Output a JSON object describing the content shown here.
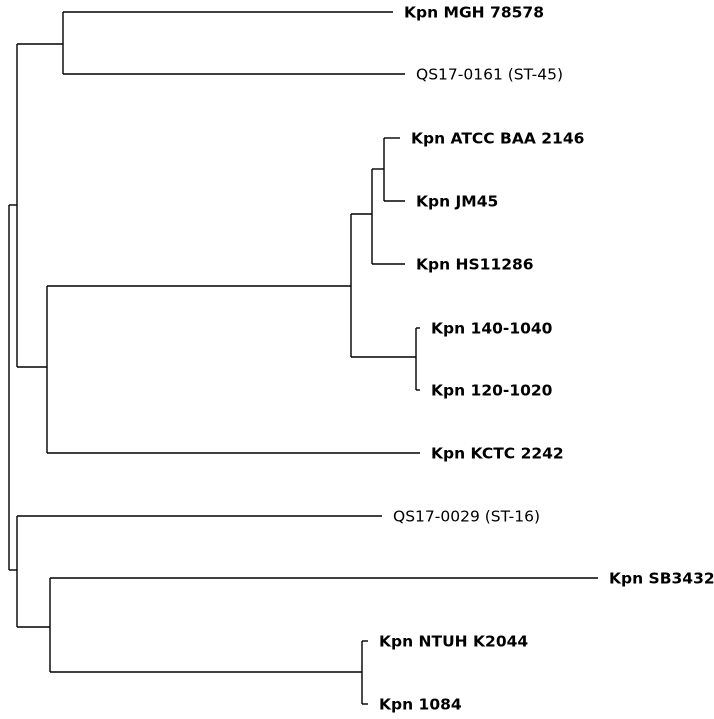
{
  "colors": {
    "branch": "#000000",
    "label_default": "#000000",
    "label_highlight": "#2b3fd6"
  },
  "tree": {
    "leaves": [
      {
        "id": "mgh78578",
        "label": "Kpn MGH 78578",
        "highlighted": false
      },
      {
        "id": "qs17_0161",
        "label": "QS17-0161 (ST-45)",
        "highlighted": true
      },
      {
        "id": "atcc_baa2146",
        "label": "Kpn ATCC BAA 2146",
        "highlighted": false
      },
      {
        "id": "jm45",
        "label": "Kpn JM45",
        "highlighted": false
      },
      {
        "id": "hs11286",
        "label": "Kpn HS11286",
        "highlighted": false
      },
      {
        "id": "k140_1040",
        "label": "Kpn 140-1040",
        "highlighted": false
      },
      {
        "id": "k120_1020",
        "label": "Kpn 120-1020",
        "highlighted": false
      },
      {
        "id": "kctc2242",
        "label": "Kpn KCTC 2242",
        "highlighted": false
      },
      {
        "id": "qs17_0029",
        "label": "QS17-0029 (ST-16)",
        "highlighted": true
      },
      {
        "id": "sb3432",
        "label": "Kpn SB3432",
        "highlighted": false
      },
      {
        "id": "ntuh_k2044",
        "label": "Kpn NTUH K2044",
        "highlighted": false
      },
      {
        "id": "k1084",
        "label": "Kpn 1084",
        "highlighted": false
      }
    ]
  }
}
